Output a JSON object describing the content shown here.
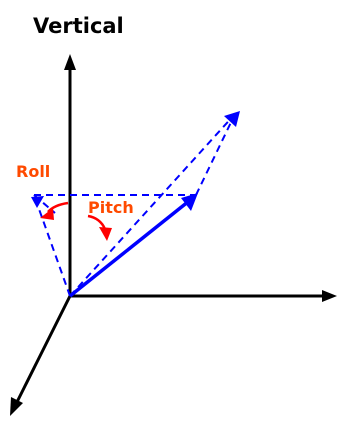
{
  "diagram": {
    "title": "Vertical",
    "labels": {
      "roll": "Roll",
      "pitch": "Pitch"
    },
    "colors": {
      "axis": "#000000",
      "vector": "#0000ff",
      "angle": "#ff0000",
      "label": "#ff4a00"
    },
    "icons": {
      "axis_heads": "arrowhead",
      "vector_head": "arrowhead",
      "angle_heads": "curved-arrow"
    }
  }
}
